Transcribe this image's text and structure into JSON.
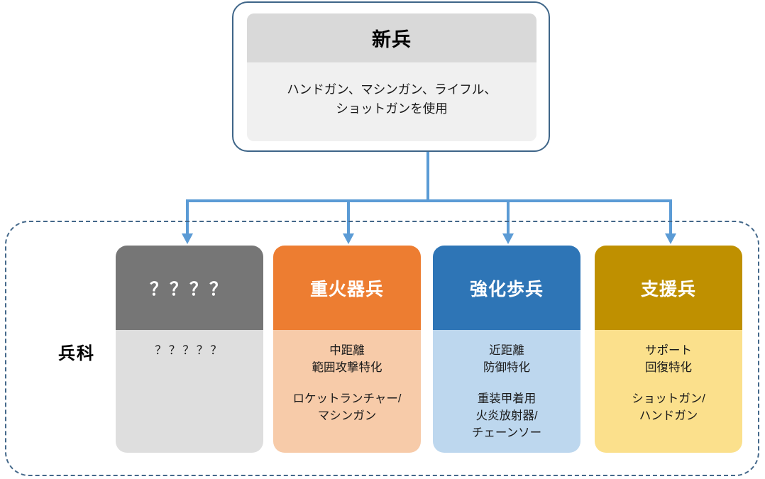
{
  "root": {
    "title": "新兵",
    "description": "ハンドガン、マシンガン、ライフル、\nショットガンを使用"
  },
  "group": {
    "label": "兵科"
  },
  "classes": [
    {
      "name": "？？？？",
      "role": "？？？？？",
      "weapons": "",
      "header_color": "#767676",
      "body_color": "#DEDEDE",
      "title_color": "#FFFFFF"
    },
    {
      "name": "重火器兵",
      "role": "中距離\n範囲攻撃特化",
      "weapons": "ロケットランチャー/\nマシンガン",
      "header_color": "#ED7D31",
      "body_color": "#F7CBA9",
      "title_color": "#FFFFFF"
    },
    {
      "name": "強化歩兵",
      "role": "近距離\n防御特化",
      "weapons": "重装甲着用\n火炎放射器/\nチェーンソー",
      "header_color": "#2E75B6",
      "body_color": "#BDD7EE",
      "title_color": "#FFFFFF"
    },
    {
      "name": "支援兵",
      "role": "サポート\n回復特化",
      "weapons": "ショットガン/\nハンドガン",
      "header_color": "#BF9000",
      "body_color": "#FBE08C",
      "title_color": "#FFFFFF"
    }
  ],
  "style": {
    "connector_color": "#5B9BD5",
    "frame_border_color": "#3E6588",
    "group_border_color": "#44688A",
    "root_header_color": "#D9D9D9",
    "root_body_color": "#F0F0F0"
  }
}
